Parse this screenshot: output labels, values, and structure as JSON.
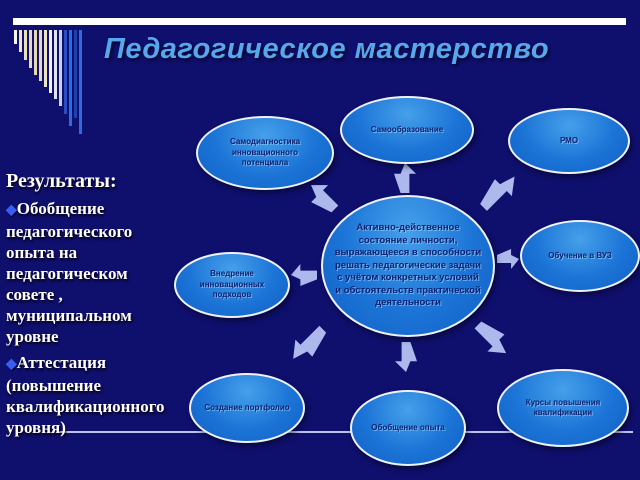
{
  "title": "Педагогическое мастерство",
  "colors": {
    "background": "#0f0f6e",
    "top_bar": "#ffffff",
    "title": "#57a7ef",
    "results_text": "#ffffff",
    "bullet_diamond": "#3a5cf0",
    "ellipse_fill_light": "#46a0ea",
    "ellipse_fill": "#1b74d6",
    "ellipse_fill_dark": "#135fc4",
    "ellipse_border": "#eef2fa",
    "ellipse_text": "#0c2070",
    "arrow": "#adb9ec",
    "rule_line": "#bcc4ee"
  },
  "results": {
    "heading": "Результаты:",
    "bullets": [
      {
        "label": "Обобщение педагогического опыта на педагогическом совете , муниципальном уровне"
      },
      {
        "label": "Аттестация (повышение квалификационного уровня)"
      }
    ]
  },
  "diagram": {
    "center": {
      "label": "Активно-действенное состояние личности, выражающееся в способности решать педагогические задачи  с учётом конкретных условий и обстоятельств практической деятельности"
    },
    "satellites": [
      {
        "id": "self-diagnostics",
        "label": "Самодиагностика инновационного потенциала"
      },
      {
        "id": "self-education",
        "label": "Самообразование"
      },
      {
        "id": "rmo",
        "label": "РМО"
      },
      {
        "id": "university-study",
        "label": "Обучение в ВУЗ"
      },
      {
        "id": "qualification-courses",
        "label": "Курсы повышения квалификации"
      },
      {
        "id": "experience-summary",
        "label": "Обобщение опыта"
      },
      {
        "id": "portfolio-creation",
        "label": "Создание портфолио"
      },
      {
        "id": "innovative-approaches",
        "label": "Внедрение инновационных подходов"
      }
    ]
  },
  "logo": {
    "bars": [
      {
        "color": "#f8f6ee",
        "h": 14
      },
      {
        "color": "#efe6c6",
        "h": 22
      },
      {
        "color": "#eadfba",
        "h": 30
      },
      {
        "color": "#e7dab2",
        "h": 38
      },
      {
        "color": "#e5d8ae",
        "h": 45
      },
      {
        "color": "#e7dbb6",
        "h": 51
      },
      {
        "color": "#ece3c2",
        "h": 57
      },
      {
        "color": "#f2f2ea",
        "h": 63
      },
      {
        "color": "#dfe3f2",
        "h": 69
      },
      {
        "color": "#c9d2f2",
        "h": 76
      },
      {
        "color": "#2b4fc2",
        "h": 84
      },
      {
        "color": "#2f6be0",
        "h": 96
      },
      {
        "color": "#1e41b0",
        "h": 88
      },
      {
        "color": "#2f6ae4",
        "h": 104
      }
    ]
  }
}
